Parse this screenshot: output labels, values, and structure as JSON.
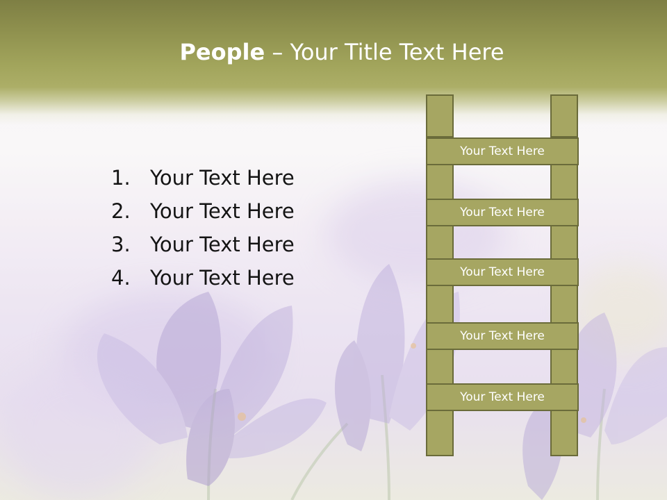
{
  "slide": {
    "title_bold": "People",
    "title_rest": " – Your Title Text Here"
  },
  "list": [
    {
      "number": "1.",
      "text": "Your Text Here"
    },
    {
      "number": "2.",
      "text": "Your Text Here"
    },
    {
      "number": "3.",
      "text": "Your Text Here"
    },
    {
      "number": "4.",
      "text": "Your Text Here"
    }
  ],
  "ladder": {
    "rungs": [
      {
        "text": "Your Text Here"
      },
      {
        "text": "Your Text Here"
      },
      {
        "text": "Your Text Here"
      },
      {
        "text": "Your Text Here"
      },
      {
        "text": "Your Text Here"
      }
    ]
  },
  "colors": {
    "title_band": "#8d8f4d",
    "ladder_fill": "#a6a662",
    "ladder_border": "#6a6b3a",
    "flowers": "#b9a6d8"
  }
}
